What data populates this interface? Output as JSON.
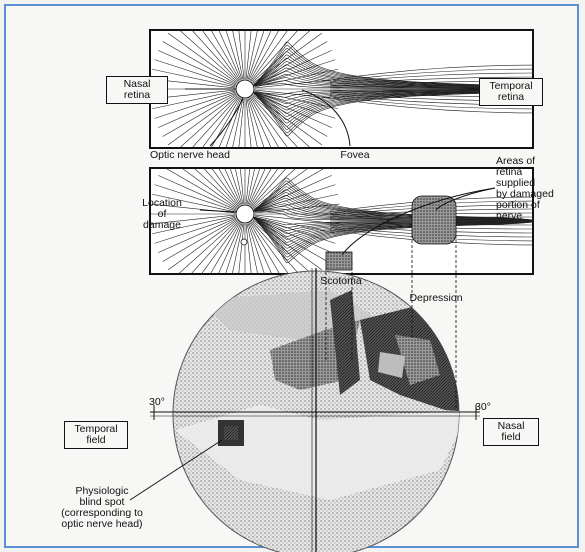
{
  "labels": {
    "nasal_retina_1": "Nasal",
    "nasal_retina_2": "retina",
    "temporal_retina_1": "Temporal",
    "temporal_retina_2": "retina",
    "optic_nerve_head": "Optic nerve head",
    "fovea": "Fovea",
    "areas_1": "Areas of",
    "areas_2": "retina",
    "areas_3": "supplied",
    "areas_4": "by damaged",
    "areas_5": "portion of",
    "areas_6": "nerve",
    "location_1": "Location",
    "location_2": "of",
    "location_3": "damage",
    "scotoma": "Scotoma",
    "depression": "Depression",
    "deg_left": "30°",
    "deg_right": "30°",
    "temporal_field_1": "Temporal",
    "temporal_field_2": "field",
    "nasal_field_1": "Nasal",
    "nasal_field_2": "field",
    "blind_1": "Physiologic",
    "blind_2": "blind spot",
    "blind_3": "(corresponding to",
    "blind_4": "optic nerve head)"
  },
  "colors": {
    "frame": "#5b8fd6",
    "panel": "#ffffff",
    "ink": "#111111"
  }
}
